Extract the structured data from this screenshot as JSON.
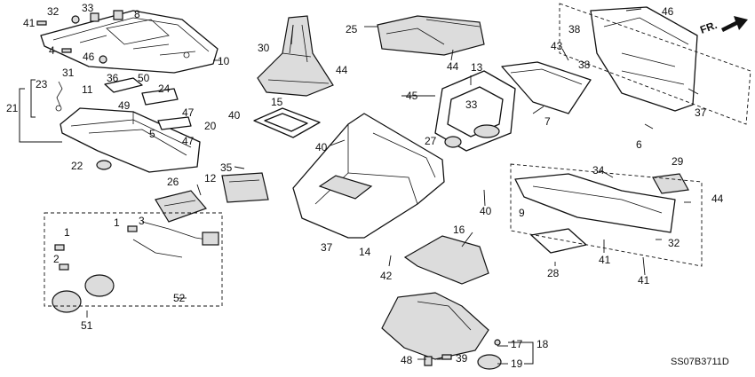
{
  "diagram_code": "SS07B3711D",
  "front_indicator": "FR.",
  "callouts": {
    "c1": "41",
    "c2": "32",
    "c3": "33",
    "c4": "8",
    "c5": "4",
    "c6": "46",
    "c7": "10",
    "c8": "31",
    "c9": "23",
    "c10": "36",
    "c11": "50",
    "c12": "11",
    "c13": "24",
    "c14": "21",
    "c15": "49",
    "c16": "47",
    "c17": "40",
    "c18": "20",
    "c19": "5",
    "c20": "47",
    "c21": "22",
    "c22": "30",
    "c23": "44",
    "c24": "15",
    "c25": "25",
    "c26": "44",
    "c27": "13",
    "c28": "45",
    "c29": "33",
    "c30": "27",
    "c31": "40",
    "c32": "43",
    "c33": "38",
    "c34": "38",
    "c35": "46",
    "c36": "7",
    "c37": "37",
    "c38": "6",
    "c39": "12",
    "c40": "35",
    "c41": "26",
    "c42": "1",
    "c43": "2",
    "c44": "1",
    "c45": "3",
    "c46": "52",
    "c47": "51",
    "c48": "37",
    "c49": "14",
    "c50": "42",
    "c51": "16",
    "c52": "40",
    "c53": "34",
    "c54": "29",
    "c55": "9",
    "c56": "44",
    "c57": "32",
    "c58": "28",
    "c59": "41",
    "c60": "41",
    "c61": "17",
    "c62": "18",
    "c63": "39",
    "c64": "48",
    "c65": "19"
  }
}
